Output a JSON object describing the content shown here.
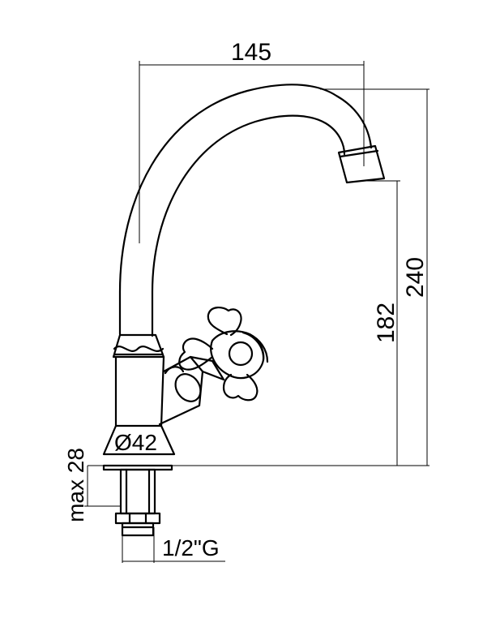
{
  "dimensions": {
    "spout_reach": "145",
    "total_height": "240",
    "outlet_height": "182",
    "base_diameter": "Ø42",
    "max_thickness": "max 28",
    "thread": "1/2\"G"
  },
  "colors": {
    "line": "#000000",
    "background": "#ffffff"
  }
}
